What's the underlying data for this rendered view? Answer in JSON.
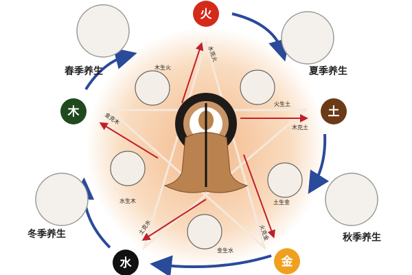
{
  "elements": {
    "fire": {
      "label": "火",
      "color": "#d42a1a"
    },
    "earth": {
      "label": "土",
      "color": "#6b3a16"
    },
    "metal": {
      "label": "金",
      "color": "#f0a020"
    },
    "water": {
      "label": "水",
      "color": "#111111"
    },
    "wood": {
      "label": "木",
      "color": "#1f4a1e"
    }
  },
  "seasons": {
    "spring": "春季养生",
    "summer": "夏季养生",
    "autumn": "秋季养生",
    "winter": "冬季养生"
  },
  "generating": {
    "wood_fire": "木生火",
    "fire_earth": "火生土",
    "earth_metal": "土生金",
    "metal_water": "金生水",
    "water_wood": "水生木"
  },
  "controlling": {
    "water_fire": "水克火",
    "wood_earth": "木克土",
    "metal_wood": "金克木",
    "earth_water": "土克水",
    "fire_metal": "火克金"
  },
  "colors": {
    "cycle_arrow": "#2a4a9a",
    "control_arrow": "#c0202a",
    "background_glow": "#f6c9a0"
  }
}
